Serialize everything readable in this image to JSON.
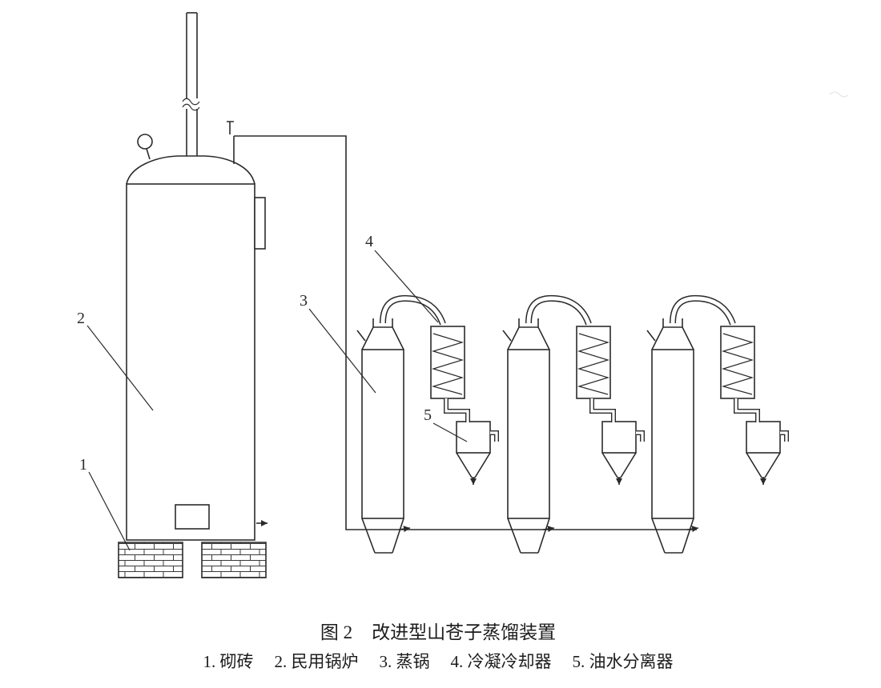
{
  "figure": {
    "caption": {
      "fig_no": "图 2",
      "title": "改进型山苍子蒸馏装置"
    },
    "legend": [
      {
        "text": "1. 砌砖"
      },
      {
        "text": "2. 民用锅炉"
      },
      {
        "text": "3. 蒸锅"
      },
      {
        "text": "4. 冷凝冷却器"
      },
      {
        "text": "5. 油水分离器"
      }
    ],
    "callouts": {
      "n1": "1",
      "n2": "2",
      "n3": "3",
      "n4": "4",
      "n5": "5"
    },
    "colors": {
      "line": "#2b2b2b",
      "paper": "#ffffff"
    }
  }
}
